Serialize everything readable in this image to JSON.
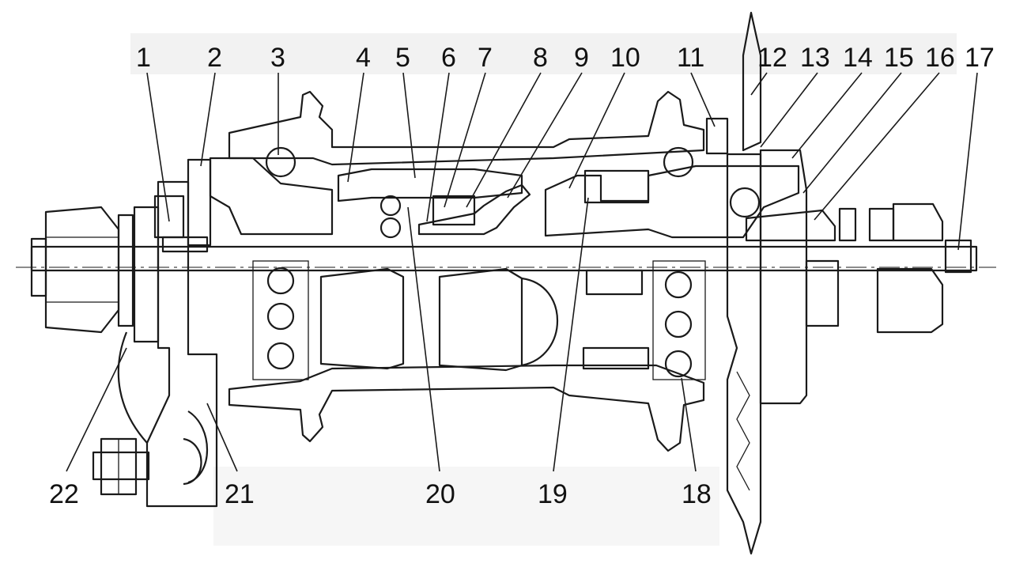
{
  "colors": {
    "shell": "#e8706a",
    "cone": "#6ec6dc",
    "driver": "#7fdcd6",
    "clutch": "#f2ea5a",
    "nut_green": "#8ee07a",
    "ink": "#1a1a1a",
    "label_band": "#f2f2f2"
  },
  "callouts": {
    "top": [
      "1",
      "2",
      "3",
      "4",
      "5",
      "6",
      "7",
      "8",
      "9",
      "10",
      "11",
      "12",
      "13",
      "14",
      "15",
      "16",
      "17"
    ],
    "bottom": [
      "22",
      "21",
      "20",
      "19",
      "18"
    ]
  }
}
